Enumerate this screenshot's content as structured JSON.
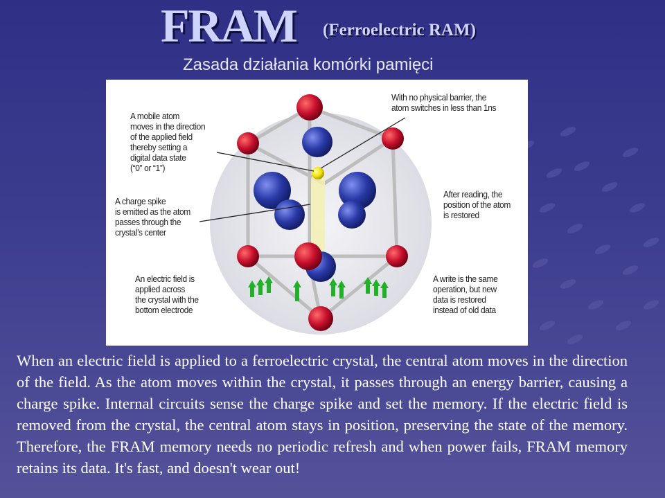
{
  "title": {
    "main": "FRAM",
    "sub": "(Ferroelectric RAM)"
  },
  "subtitle": "Zasada działania komórki pamięci",
  "figure": {
    "captions": {
      "mobile_atom": "A mobile atom\nmoves in the direction\nof the applied field\nthereby setting a\ndigital data state\n(“0” or “1”)",
      "no_barrier": "With no physical barrier, the\natom switches in less than 1ns",
      "charge_spike": "A charge spike\nis emitted as the atom\npasses through the\ncrystal’s center",
      "after_reading": "After reading, the\nposition of the atom\nis restored",
      "electric_field": "An electric field is\napplied across\nthe crystal with the\nbottom electrode",
      "write_same": "A write is the same\noperation, but new\ndata is restored\ninstead of old data"
    },
    "colors": {
      "red_atom": "#c8102e",
      "blue_atom": "#2a3aa8",
      "yellow_atom": "#f2e000",
      "arrow_green": "#22b02a",
      "sphere_bg": "#e9e9ee"
    }
  },
  "body_text": "When an electric field is applied to a ferroelectric crystal, the central atom moves in the direction of the field. As the atom moves within the crystal, it passes through an energy barrier, causing a charge spike. Internal circuits sense the charge spike and set the memory. If the electric field is removed from the crystal, the central atom stays in position, preserving the state of the memory. Therefore, the FRAM memory needs no periodic refresh and when power fails, FRAM memory retains its data. It's fast, and doesn't wear out!"
}
